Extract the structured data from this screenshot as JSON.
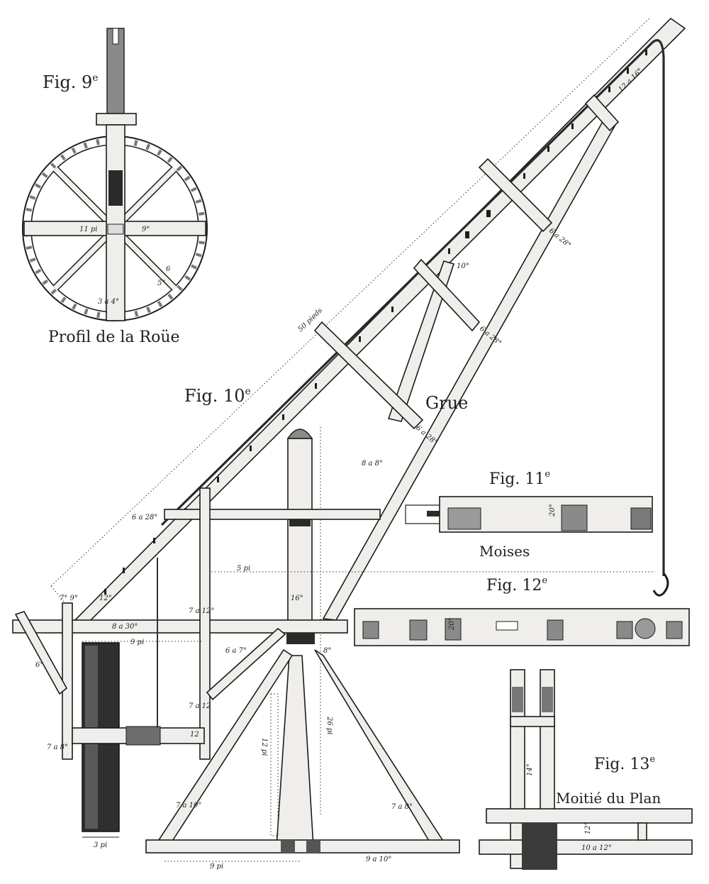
{
  "figures": {
    "fig9": {
      "label": "Fig. 9",
      "sup": "e",
      "title": "Profil de la Roüe"
    },
    "fig10": {
      "label": "Fig. 10",
      "sup": "e",
      "title": "Grue"
    },
    "fig11": {
      "label": "Fig. 11",
      "sup": "e",
      "title": "Moises"
    },
    "fig12": {
      "label": "Fig. 12",
      "sup": "e"
    },
    "fig13": {
      "label": "Fig. 13",
      "sup": "e",
      "title": "Moitié du Plan"
    }
  },
  "dimensions": {
    "wheel_11pi": "11 pi",
    "wheel_9": "9°",
    "wheel_3a4": "3 a 4°",
    "wheel_5": "5°",
    "wheel_6": "6",
    "jib_50pieds": "50 pieds",
    "jib_6a28_a": "6 a 28°",
    "jib_6a28_b": "6 a 28°",
    "jib_6a28_c": "6 a 28°",
    "jib_6a28_d": "6 a 28°",
    "jib_10": "10°",
    "jib_12_top": "12 a 16°",
    "strut_8a8": "8 a 8°",
    "beam_8a30": "8 a 30°",
    "post_7a12": "7 a 12°",
    "post_7a12_b": "7 a 12",
    "brace_6a7": "6 a 7°",
    "left_7": "7°",
    "left_6": "6°",
    "left_7a": "7 a 8°",
    "left_7_9": "7° 9°",
    "left_12": "12°",
    "mast_16": "16°",
    "mast_26pi": "26 pi",
    "mast_8": "8°",
    "mast_12pi": "12 pi",
    "span_5pi": "5 pi",
    "wheel_9pi": "9 pi",
    "wheel_3pi": "3 pi",
    "axle_12": "12",
    "leg_7a10": "7 a 10°",
    "leg_7": "7 a 8°",
    "base_9pi": "9 pi",
    "base_9a10": "9 a 10°",
    "moise_20": "20°",
    "fig12_20": "20°",
    "fig13_14": "14°",
    "fig13_12": "12°",
    "fig13_10a12": "10 a 12°"
  }
}
